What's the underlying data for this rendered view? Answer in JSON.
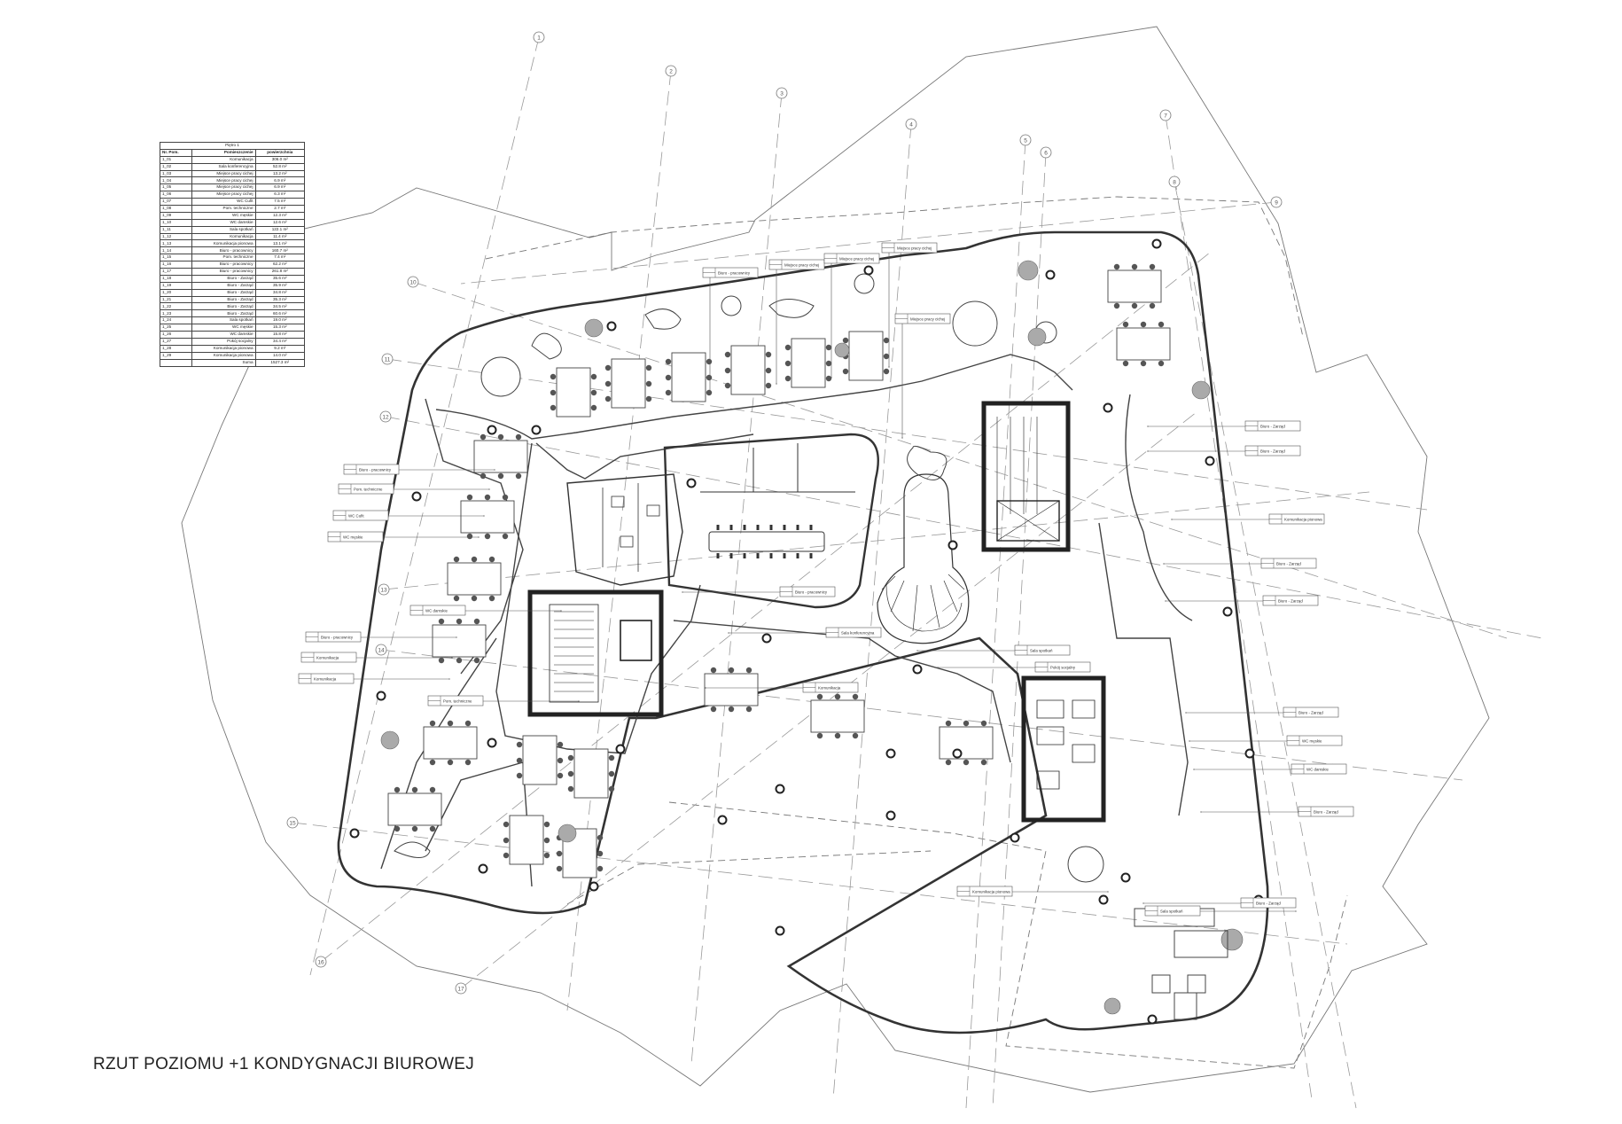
{
  "title": "RZUT POZIOMU +1  KONDYGNACJI BIUROWEJ",
  "room_table": {
    "caption": "Piętro 1",
    "headers": [
      "Nr. Pom.",
      "Pomieszczenie",
      "powierzchnia"
    ],
    "rows": [
      [
        "1_01",
        "Komunikacja",
        "306.0 m²"
      ],
      [
        "1_02",
        "Sala konferencyjna",
        "52.8 m²"
      ],
      [
        "1_03",
        "Miejsce pracy cichej",
        "13.2 m²"
      ],
      [
        "1_04",
        "Miejsce pracy cichej",
        "6.9 m²"
      ],
      [
        "1_05",
        "Miejsce pracy cichej",
        "6.9 m²"
      ],
      [
        "1_06",
        "Miejsce pracy cichej",
        "6.3 m²"
      ],
      [
        "1_07",
        "WC Cufit",
        "7.5 m²"
      ],
      [
        "1_08",
        "Pom. techniczne",
        "2.7 m²"
      ],
      [
        "1_09",
        "WC męskie",
        "12.3 m²"
      ],
      [
        "1_10",
        "WC damskie",
        "12.6 m²"
      ],
      [
        "1_11",
        "Sala spotkań",
        "122.1 m²"
      ],
      [
        "1_12",
        "Komunikacja",
        "11.4 m²"
      ],
      [
        "1_13",
        "Komunikacja pionowa",
        "13.1 m²"
      ],
      [
        "1_14",
        "Biuro - pracownicy",
        "160.7 m²"
      ],
      [
        "1_15",
        "Pom. techniczne",
        "7.4 m²"
      ],
      [
        "1_16",
        "Biuro - pracownicy",
        "62.2 m²"
      ],
      [
        "1_17",
        "Biuro - pracownicy",
        "261.8 m²"
      ],
      [
        "1_18",
        "Biuro - Zarząd",
        "35.6 m²"
      ],
      [
        "1_19",
        "Biuro - Zarząd",
        "35.9 m²"
      ],
      [
        "1_20",
        "Biuro - Zarząd",
        "34.8 m²"
      ],
      [
        "1_21",
        "Biuro - Zarząd",
        "35.3 m²"
      ],
      [
        "1_22",
        "Biuro - Zarząd",
        "34.5 m²"
      ],
      [
        "1_23",
        "Biuro - Zarząd",
        "60.6 m²"
      ],
      [
        "1_24",
        "Sala spotkań",
        "19.0 m²"
      ],
      [
        "1_25",
        "WC męskie",
        "15.3 m²"
      ],
      [
        "1_26",
        "WC damskie",
        "15.8 m²"
      ],
      [
        "1_27",
        "Pokój socjalny",
        "34.4 m²"
      ],
      [
        "1_28",
        "Komunikacja pionowa",
        "9.2 m²"
      ],
      [
        "1_29",
        "Komunikacja pionowa",
        "14.0 m²"
      ]
    ],
    "sum_label": "Suma",
    "sum_value": "1527.3 m²"
  },
  "grid_axes": [
    {
      "label": "1"
    },
    {
      "label": "2"
    },
    {
      "label": "3"
    },
    {
      "label": "4"
    },
    {
      "label": "5"
    },
    {
      "label": "6"
    },
    {
      "label": "7"
    },
    {
      "label": "8"
    },
    {
      "label": "9"
    },
    {
      "label": "10"
    },
    {
      "label": "11"
    },
    {
      "label": "12"
    },
    {
      "label": "13"
    },
    {
      "label": "14"
    },
    {
      "label": "15"
    },
    {
      "label": "16"
    },
    {
      "label": "17"
    }
  ],
  "room_tags": [
    {
      "label": "Biuro - pracownicy"
    },
    {
      "label": "Miejsce pracy cichej"
    },
    {
      "label": "Miejsce pracy cichej"
    },
    {
      "label": "Miejsce pracy cichej"
    },
    {
      "label": "Miejsce pracy cichej"
    },
    {
      "label": "Biuro - pracownicy"
    },
    {
      "label": "Pom. techniczne"
    },
    {
      "label": "WC Cufit"
    },
    {
      "label": "WC męskie"
    },
    {
      "label": "WC damskie"
    },
    {
      "label": "Biuro - pracownicy"
    },
    {
      "label": "Komunikacja"
    },
    {
      "label": "Komunikacja"
    },
    {
      "label": "Pom. techniczne"
    },
    {
      "label": "Biuro - pracownicy"
    },
    {
      "label": "Sala konferencyjna"
    },
    {
      "label": "Komunikacja"
    },
    {
      "label": "Sala spotkań"
    },
    {
      "label": "Pokój socjalny"
    },
    {
      "label": "Komunikacja pionowa"
    },
    {
      "label": "Biuro - Zarząd"
    },
    {
      "label": "Biuro - Zarząd"
    },
    {
      "label": "Komunikacja pionowa"
    },
    {
      "label": "Biuro - Zarząd"
    },
    {
      "label": "Biuro - Zarząd"
    },
    {
      "label": "Biuro - Zarząd"
    },
    {
      "label": "WC męskie"
    },
    {
      "label": "WC damskie"
    },
    {
      "label": "Biuro - Zarząd"
    },
    {
      "label": "Sala spotkań"
    },
    {
      "label": "Biuro - Zarząd"
    }
  ]
}
